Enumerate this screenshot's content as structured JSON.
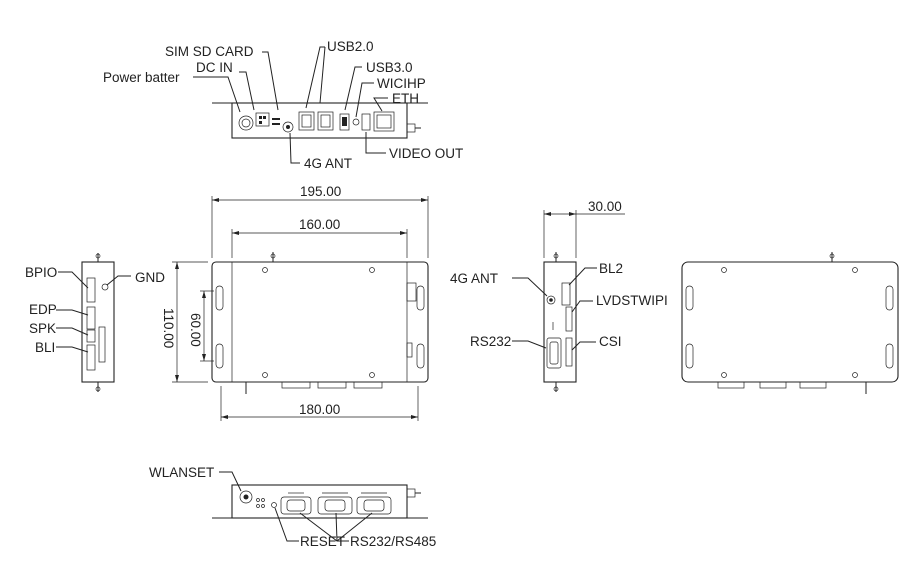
{
  "labels": {
    "sim_sd_card": "SIM SD CARD",
    "dc_in": "DC IN",
    "power_batter": "Power batter",
    "usb20": "USB2.0",
    "usb30": "USB3.0",
    "wicihp": "WICIHP",
    "eth": "ETH",
    "video_out": "VIDEO OUT",
    "ant_4g_top": "4G ANT",
    "bpio": "BPIO",
    "gnd": "GND",
    "edp": "EDP",
    "spk": "SPK",
    "bli": "BLI",
    "ant_4g_right": "4G ANT",
    "rs232": "RS232",
    "bl2": "BL2",
    "lvdstwipi": "LVDSTWIPI",
    "csi": "CSI",
    "wlanset": "WLANSET",
    "reset": "RESET",
    "rs232_rs485": "RS232/RS485"
  },
  "dimensions": {
    "width_total": "195.00",
    "width_inner": "160.00",
    "width_bottom": "180.00",
    "height_total": "110.00",
    "height_inner": "60.00",
    "depth": "30.00"
  }
}
